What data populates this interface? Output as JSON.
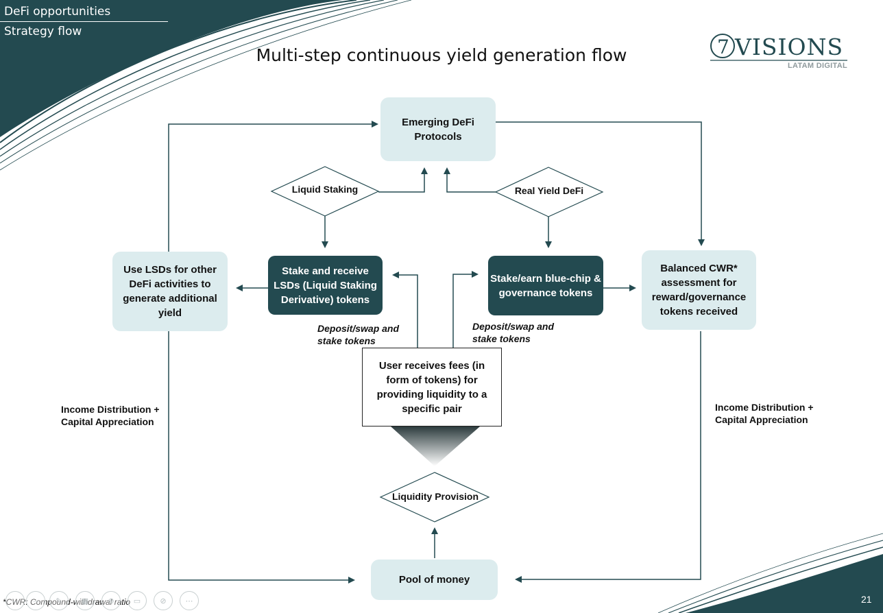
{
  "header": {
    "section_title": "DeFi opportunities",
    "section_subtitle": "Strategy flow",
    "title": "Multi-step continuous yield generation flow"
  },
  "logo": {
    "mark": "7VISIONS",
    "subtitle": "LATAM DIGITAL"
  },
  "diagram": {
    "emerging": "Emerging DeFi Protocols",
    "liquid_staking": "Liquid Staking",
    "real_yield": "Real Yield DeFi",
    "stake_lsd": "Stake and receive LSDs (Liquid Staking Derivative) tokens",
    "stake_bluechip": "Stake/earn blue-chip & governance tokens",
    "use_lsd": "Use LSDs for other DeFi activities to generate additional yield",
    "balanced_cwr": "Balanced CWR* assessment for reward/governance tokens received",
    "user_fees": "User receives fees (in form of tokens) for providing liquidity to a specific pair",
    "liquidity_provision": "Liquidity Provision",
    "pool": "Pool of money",
    "deposit_left": "Deposit/swap and stake tokens",
    "deposit_right": "Deposit/swap and stake tokens",
    "income_left": "Income Distribution + Capital Appreciation",
    "income_right": "Income Distribution + Capital Appreciation"
  },
  "footnote": "*CWR: Compound-withdrawal ratio",
  "page_number": "21",
  "controls": [
    "back-icon",
    "forward-icon",
    "pen-icon",
    "grid-icon",
    "zoom-icon",
    "subtitles-icon",
    "camera-off-icon",
    "more-icon"
  ],
  "colors": {
    "accent": "#234a50",
    "light_box": "#dcecee",
    "text": "#111111"
  }
}
